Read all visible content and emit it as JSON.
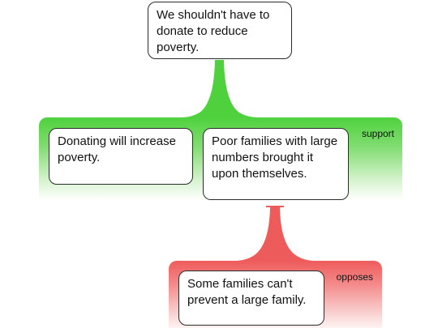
{
  "nodes": {
    "root": {
      "text": "We shouldn't have to donate to reduce poverty."
    },
    "a": {
      "text": "Donating will increase poverty."
    },
    "b": {
      "text": "Poor families with large numbers brought it upon themselves."
    },
    "c": {
      "text": "Some families can't prevent a large family."
    }
  },
  "groups": {
    "support": {
      "label": "support",
      "color": "#4fd13e"
    },
    "opposes": {
      "label": "opposes",
      "color": "#ee5b5b"
    }
  }
}
